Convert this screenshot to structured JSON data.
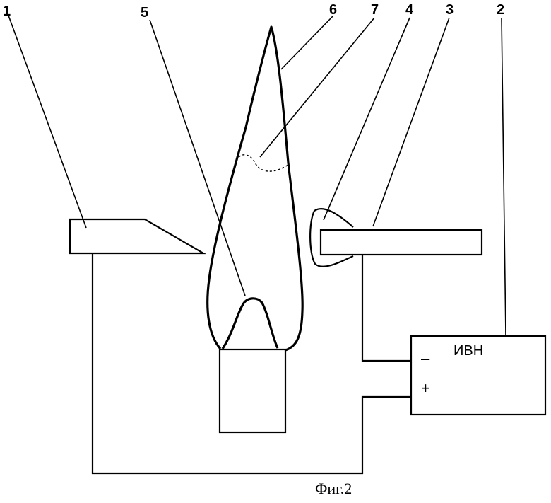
{
  "callouts": {
    "c1": "1",
    "c2": "2",
    "c3": "3",
    "c4": "4",
    "c5": "5",
    "c6": "6",
    "c7": "7"
  },
  "power_supply": {
    "label": "ИВН",
    "minus": "–",
    "plus": "+"
  },
  "caption": "Фиг.2"
}
